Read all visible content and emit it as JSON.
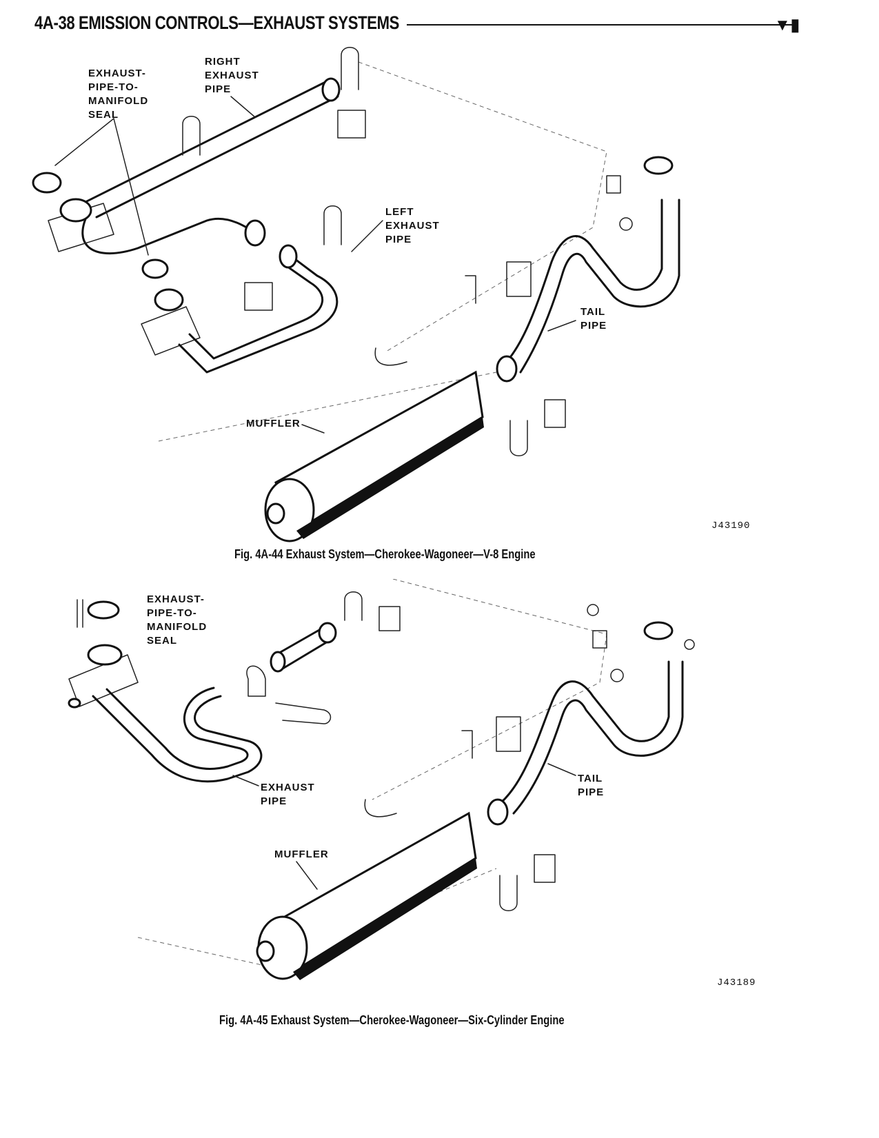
{
  "header": {
    "title": "4A-38 EMISSION CONTROLS—EXHAUST SYSTEMS",
    "mark": "▼▮"
  },
  "figures": [
    {
      "labels": {
        "seal": "EXHAUST-\nPIPE-TO-\nMANIFOLD\nSEAL",
        "right_pipe": "RIGHT\nEXHAUST\nPIPE",
        "left_pipe": "LEFT\nEXHAUST\nPIPE",
        "tail_pipe": "TAIL\nPIPE",
        "muffler": "MUFFLER"
      },
      "code": "J43190",
      "caption": "Fig. 4A-44 Exhaust System—Cherokee-Wagoneer—V-8 Engine"
    },
    {
      "labels": {
        "seal": "EXHAUST-\nPIPE-TO-\nMANIFOLD\nSEAL",
        "exhaust_pipe": "EXHAUST\nPIPE",
        "tail_pipe": "TAIL\nPIPE",
        "muffler": "MUFFLER"
      },
      "code": "J43189",
      "caption": "Fig. 4A-45 Exhaust System—Cherokee-Wagoneer—Six-Cylinder Engine"
    }
  ]
}
